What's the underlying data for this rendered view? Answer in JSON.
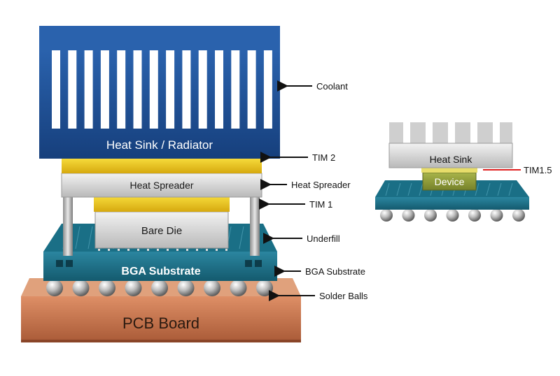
{
  "main_stack": {
    "heat_sink_label": "Heat Sink / Radiator",
    "heat_spreader_label": "Heat Spreader",
    "bare_die_label": "Bare Die",
    "substrate_label": "BGA Substrate",
    "pcb_label": "PCB Board"
  },
  "callouts": [
    {
      "id": "coolant",
      "label": "Coolant"
    },
    {
      "id": "tim2",
      "label": "TIM 2"
    },
    {
      "id": "heat-spreader",
      "label": "Heat Spreader"
    },
    {
      "id": "tim1",
      "label": "TIM 1"
    },
    {
      "id": "underfill",
      "label": "Underfill"
    },
    {
      "id": "bga-substrate",
      "label": "BGA Substrate"
    },
    {
      "id": "solder-balls",
      "label": "Solder Balls"
    }
  ],
  "small_stack": {
    "heat_sink_label": "Heat Sink",
    "device_label": "Device",
    "tim_label": "TIM1.5"
  },
  "colors": {
    "heat_sink_blue": "#1f4f95",
    "tim_yellow": "#e8c21a",
    "substrate_teal": "#1f6f86",
    "pcb_copper": "#c9734c",
    "device_green": "#8f9b3a",
    "tim15_red": "#e02020"
  }
}
